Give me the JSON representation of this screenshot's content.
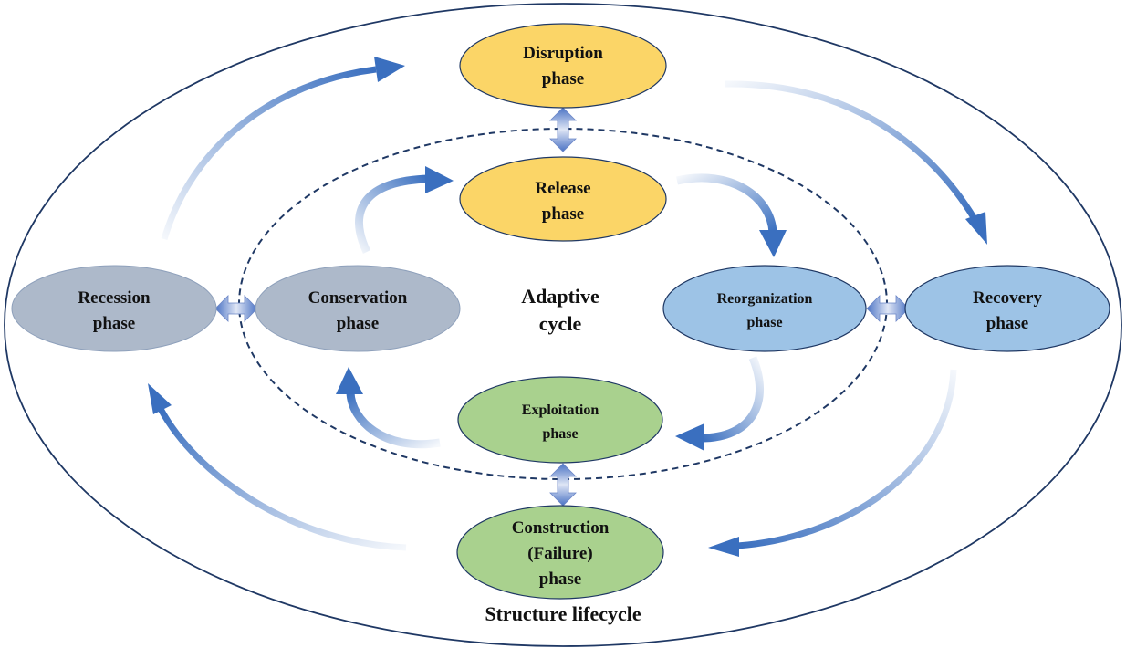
{
  "outer_label": "Structure lifecycle",
  "inner_label": [
    "Adaptive",
    "cycle"
  ],
  "phases": {
    "disruption": [
      "Disruption",
      "phase"
    ],
    "release": [
      "Release",
      "phase"
    ],
    "reorganization": [
      "Reorganization",
      "phase"
    ],
    "recovery": [
      "Recovery",
      "phase"
    ],
    "exploitation": [
      "Exploitation",
      "phase"
    ],
    "construction": [
      "Construction",
      "(Failure)",
      "phase"
    ],
    "conservation": [
      "Conservation",
      "phase"
    ],
    "recession": [
      "Recession",
      "phase"
    ]
  },
  "colors": {
    "yellow": "#fbd567",
    "blue": "#9dc3e6",
    "green": "#a9d18e",
    "gray": "#adb9ca",
    "arrow": "#3a6fbf",
    "outline": "#1f3864"
  }
}
